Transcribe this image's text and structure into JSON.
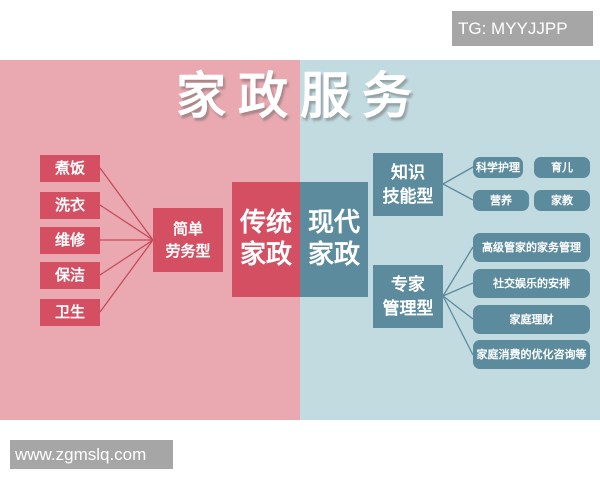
{
  "watermark_top": "TG: MYYJJPP",
  "watermark_bottom": "www.zgmslq.com",
  "title": "家政服务",
  "colors": {
    "left_background": "#eaa9b0",
    "right_background": "#c2dbe1",
    "left_box": "#d44f62",
    "right_box": "#5b8b9c"
  },
  "traditional": {
    "label": "传统家政",
    "label_line1": "传统",
    "label_line2": "家政",
    "category": {
      "line1": "简单",
      "line2": "劳务型"
    },
    "items": [
      {
        "label": "煮饭"
      },
      {
        "label": "洗衣"
      },
      {
        "label": "维修"
      },
      {
        "label": "保洁"
      },
      {
        "label": "卫生"
      }
    ]
  },
  "modern": {
    "label": "现代家政",
    "label_line1": "现代",
    "label_line2": "家政",
    "categories": [
      {
        "line1": "知识",
        "line2": "技能型",
        "items": [
          {
            "label": "科学护理"
          },
          {
            "label": "育儿"
          },
          {
            "label": "营养"
          },
          {
            "label": "家教"
          }
        ]
      },
      {
        "line1": "专家",
        "line2": "管理型",
        "items": [
          {
            "label": "高级管家的家务管理"
          },
          {
            "label": "社交娱乐的安排"
          },
          {
            "label": "家庭理财"
          },
          {
            "label": "家庭消费的优化咨询等"
          }
        ]
      }
    ]
  }
}
